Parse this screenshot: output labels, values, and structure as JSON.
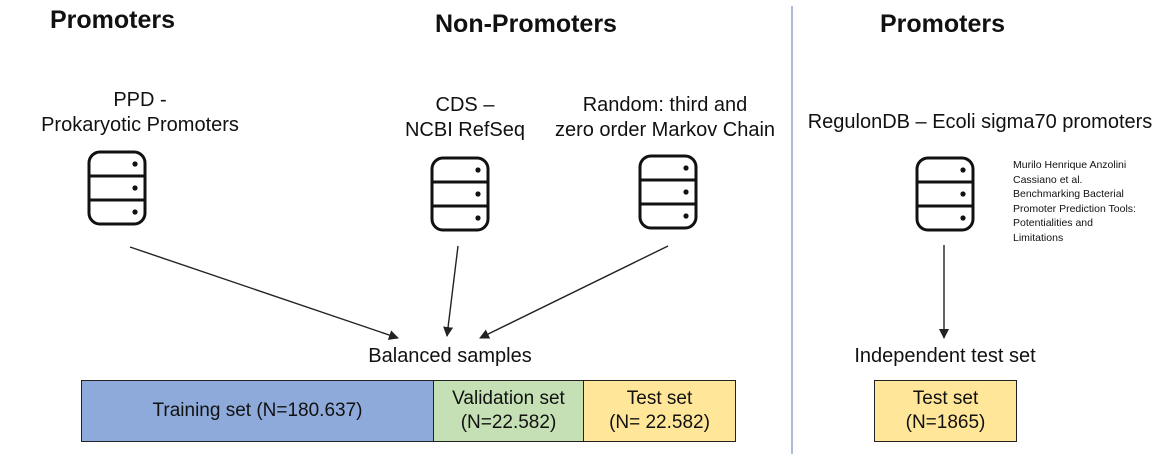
{
  "headings": {
    "left_promoters": "Promoters",
    "non_promoters": "Non-Promoters",
    "right_promoters": "Promoters"
  },
  "sources": {
    "ppd": [
      "PPD -",
      "Prokaryotic Promoters"
    ],
    "cds": [
      "CDS –",
      "NCBI RefSeq"
    ],
    "random": [
      "Random: third and",
      "zero order Markov Chain"
    ],
    "regulondb": [
      "RegulonDB – Ecoli sigma70 promoters"
    ]
  },
  "reference": [
    "Murilo Henrique Anzolini",
    "Cassiano et al.",
    "Benchmarking Bacterial",
    "Promoter Prediction Tools:",
    "Potentialities and",
    "Limitations"
  ],
  "merge_label": "Balanced samples",
  "independent_label": "Independent test set",
  "sets": {
    "training": [
      "Training set (N=180.637)"
    ],
    "validation": [
      "Validation set",
      "(N=22.582)"
    ],
    "test": [
      "Test set",
      "(N= 22.582)"
    ],
    "independent_test": [
      "Test set",
      "(N=1865)"
    ]
  },
  "icons": {
    "database": "database-icon"
  },
  "colors": {
    "training": "#8eaadb",
    "validation": "#c5e0b4",
    "test": "#ffe699",
    "divider": "#a9bfdc"
  }
}
